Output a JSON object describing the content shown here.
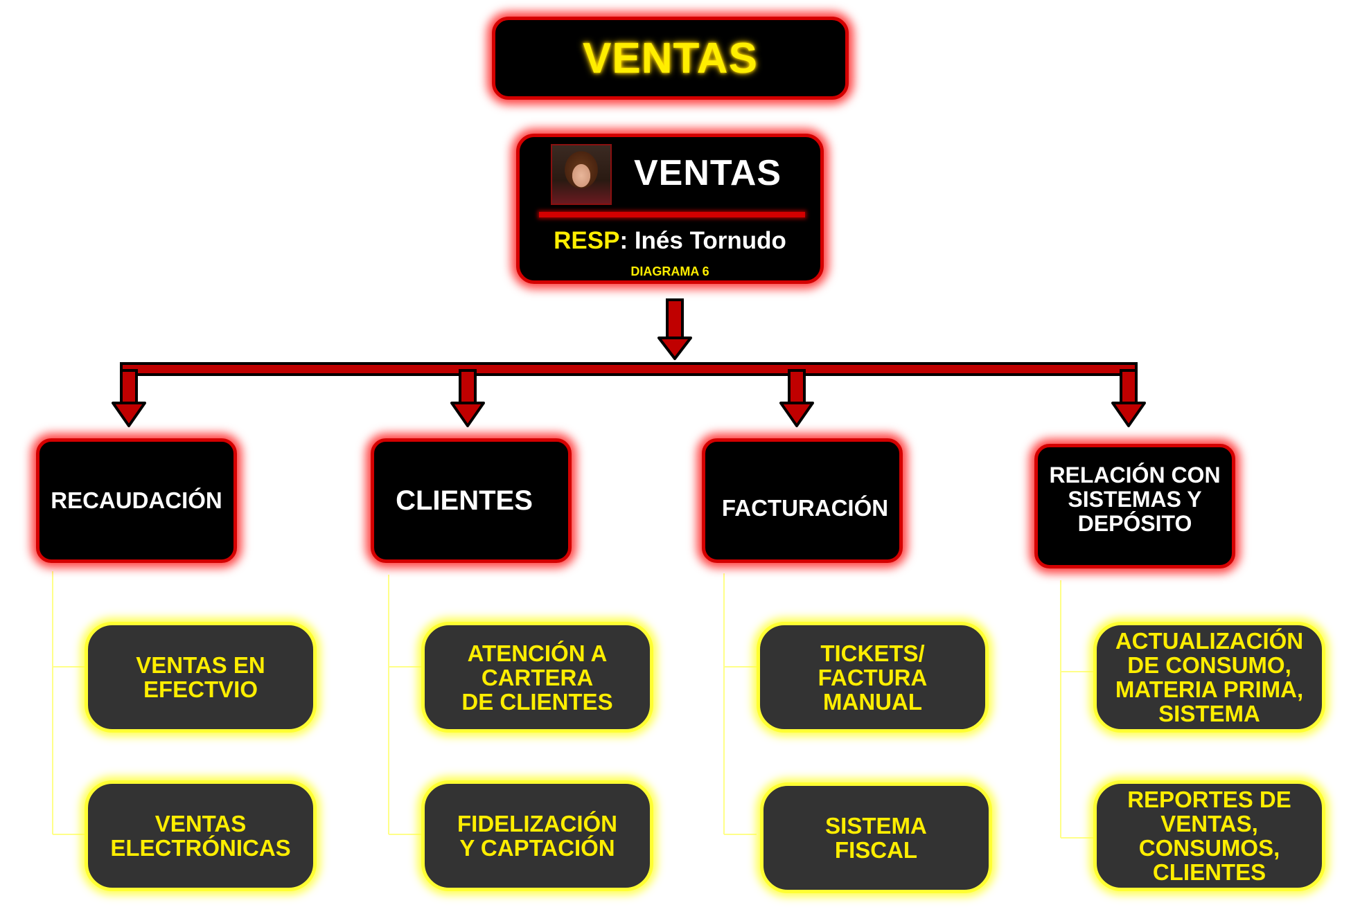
{
  "title": "VENTAS",
  "head": {
    "name": "VENTAS",
    "resp_label": "RESP",
    "resp_name": ": Inés Tornudo",
    "diagram_code": "DIAGRAMA 6",
    "photo_icon": "person-photo"
  },
  "colors": {
    "red": "#d40000",
    "yellow": "#ffee00",
    "dark": "#333333"
  },
  "categories": [
    {
      "lines": [
        "RECAUDACIÓN"
      ],
      "children": [
        {
          "lines": [
            "VENTAS EN",
            "EFECTVIO"
          ]
        },
        {
          "lines": [
            "VENTAS",
            "ELECTRÓNICAS"
          ]
        }
      ]
    },
    {
      "lines": [
        "CLIENTES"
      ],
      "children": [
        {
          "lines": [
            "ATENCIÓN A",
            "CARTERA",
            "DE CLIENTES"
          ]
        },
        {
          "lines": [
            "FIDELIZACIÓN",
            "Y CAPTACIÓN"
          ]
        }
      ]
    },
    {
      "lines": [
        "FACTURACIÓN"
      ],
      "children": [
        {
          "lines": [
            "TICKETS/",
            "FACTURA",
            "MANUAL"
          ]
        },
        {
          "lines": [
            "SISTEMA",
            "FISCAL"
          ]
        }
      ]
    },
    {
      "lines": [
        "RELACIÓN CON",
        "SISTEMAS Y",
        "DEPÓSITO"
      ],
      "children": [
        {
          "lines": [
            "ACTUALIZACIÓN",
            "DE CONSUMO,",
            "MATERIA PRIMA,",
            "SISTEMA"
          ]
        },
        {
          "lines": [
            "REPORTES DE",
            "VENTAS,",
            "CONSUMOS,",
            "CLIENTES"
          ]
        }
      ]
    }
  ]
}
